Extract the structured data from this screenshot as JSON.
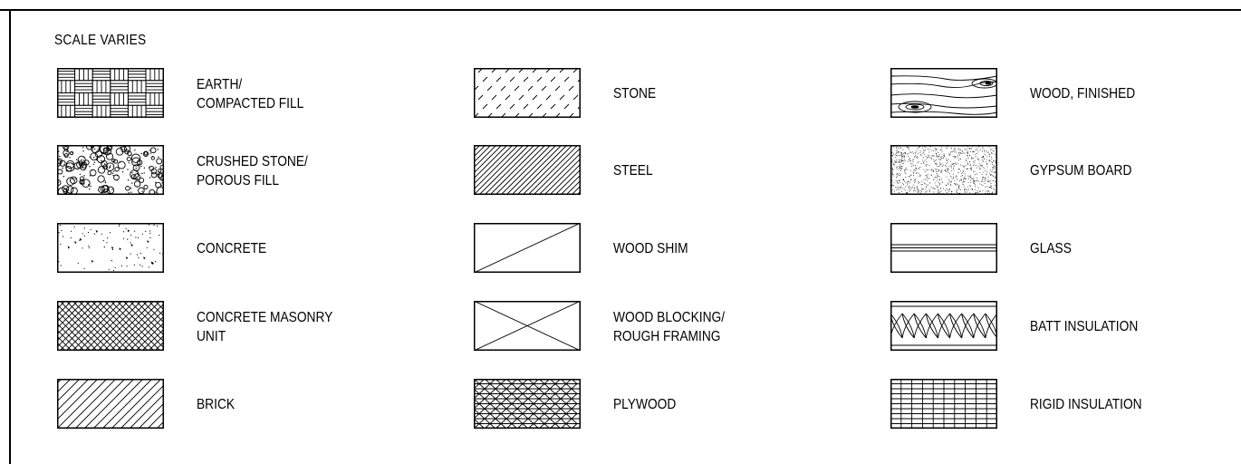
{
  "header": {
    "scale_note": "SCALE VARIES"
  },
  "legend": {
    "columns": [
      {
        "items": [
          {
            "pattern": "earth-compacted-fill",
            "lines": [
              "EARTH/",
              "COMPACTED FILL"
            ]
          },
          {
            "pattern": "crushed-stone-porous-fill",
            "lines": [
              "CRUSHED STONE/",
              "POROUS FILL"
            ]
          },
          {
            "pattern": "concrete",
            "lines": [
              "CONCRETE"
            ]
          },
          {
            "pattern": "concrete-masonry-unit",
            "lines": [
              "CONCRETE MASONRY",
              "UNIT"
            ]
          },
          {
            "pattern": "brick",
            "lines": [
              "BRICK"
            ]
          }
        ]
      },
      {
        "items": [
          {
            "pattern": "stone",
            "lines": [
              "STONE"
            ]
          },
          {
            "pattern": "steel",
            "lines": [
              "STEEL"
            ]
          },
          {
            "pattern": "wood-shim",
            "lines": [
              "WOOD SHIM"
            ]
          },
          {
            "pattern": "wood-blocking",
            "lines": [
              "WOOD BLOCKING/",
              "ROUGH FRAMING"
            ]
          },
          {
            "pattern": "plywood",
            "lines": [
              "PLYWOOD"
            ]
          }
        ]
      },
      {
        "items": [
          {
            "pattern": "wood-finished",
            "lines": [
              "WOOD, FINISHED"
            ]
          },
          {
            "pattern": "gypsum-board",
            "lines": [
              "GYPSUM BOARD"
            ]
          },
          {
            "pattern": "glass",
            "lines": [
              "GLASS"
            ]
          },
          {
            "pattern": "batt-insulation",
            "lines": [
              "BATT INSULATION"
            ]
          },
          {
            "pattern": "rigid-insulation",
            "lines": [
              "RIGID INSULATION"
            ]
          }
        ]
      }
    ]
  },
  "colors": {
    "ink": "#000000",
    "paper": "#ffffff"
  }
}
